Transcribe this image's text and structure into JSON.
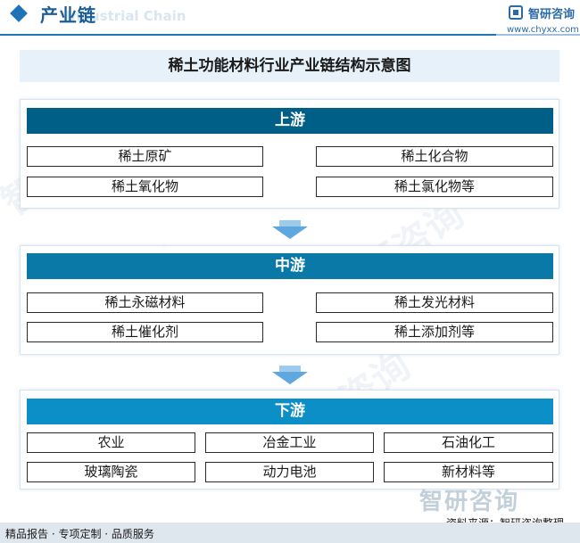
{
  "header": {
    "title": "产业链",
    "subtitle": "Industrial Chain",
    "logo_name": "智研咨询",
    "logo_url": "www.chyxx.com"
  },
  "diagram": {
    "title": "稀土功能材料行业产业链结构示意图",
    "stages": [
      {
        "name": "上游",
        "color": "#005f86",
        "items": [
          "稀土原矿",
          "稀土化合物",
          "稀土氧化物",
          "稀土氯化物等"
        ]
      },
      {
        "name": "中游",
        "color": "#0a79a8",
        "items": [
          "稀土永磁材料",
          "稀土发光材料",
          "稀土催化剂",
          "稀土添加剂等"
        ]
      },
      {
        "name": "下游",
        "color": "#0c8fc6",
        "items": [
          "农业",
          "冶金工业",
          "石油化工",
          "玻璃陶瓷",
          "动力电池",
          "新材料等"
        ]
      }
    ]
  },
  "watermark": {
    "text": "智研咨询"
  },
  "source": "资料来源：智研咨询整理",
  "footer": "精品报告 · 专项定制 · 品质服务"
}
